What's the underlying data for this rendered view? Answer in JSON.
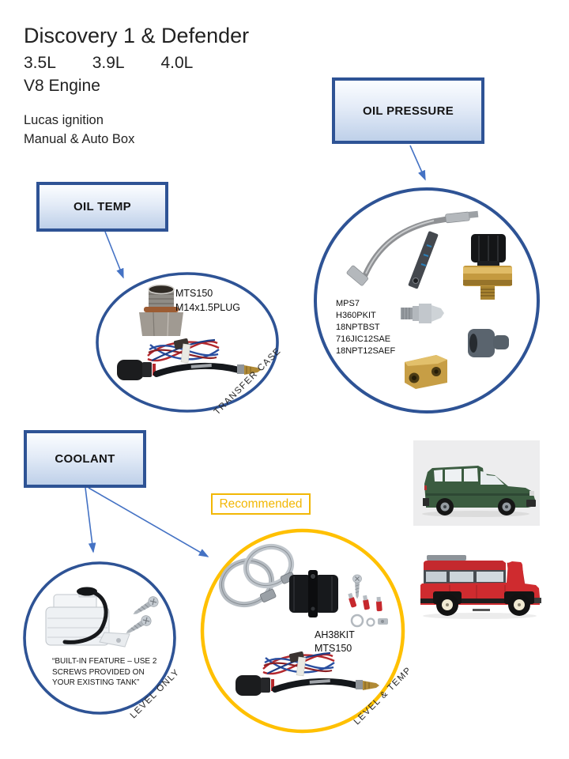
{
  "header": {
    "title": "Discovery 1 & Defender",
    "engine_sizes": [
      "3.5L",
      "3.9L",
      "4.0L"
    ],
    "engine": "V8 Engine",
    "ignition_line": "Lucas ignition",
    "gearbox_line": "Manual & Auto Box"
  },
  "sections": {
    "oil_pressure": {
      "label": "OIL PRESSURE",
      "parts": [
        "MPS7",
        "H360PKIT",
        "18NPTBST",
        "716JIC12SAE",
        "18NPT12SAEF"
      ]
    },
    "oil_temp": {
      "label": "OIL TEMP",
      "parts": [
        "MTS150",
        "M14x1.5PLUG"
      ],
      "location_label": "TRANSFER  CASE"
    },
    "coolant": {
      "label": "COOLANT",
      "level_only": {
        "note": "“BUILT-IN FEATURE – USE 2 SCREWS PROVIDED ON YOUR EXISTING TANK”",
        "tag": "LEVEL  ONLY"
      },
      "recommended": {
        "badge": "Recommended",
        "parts": [
          "AH38KIT",
          "MTS150"
        ],
        "tag": "LEVEL  &  TEMP"
      }
    }
  },
  "images": {
    "oil_pressure_kit": [
      "braided-hose-image",
      "mounting-bracket-image",
      "pressure-sensor-image",
      "adapter-fitting-image",
      "brass-tee-block-image",
      "rubber-socket-image"
    ],
    "oil_temp_kit": [
      "sump-plug-image",
      "wire-loom-image",
      "temp-sensor-cable-image"
    ],
    "coolant_level_kit": [
      "expansion-tank-image",
      "screws-image"
    ],
    "coolant_recommended_kit": [
      "hose-clamps-image",
      "hose-adapter-image",
      "fixings-image",
      "wire-loom-image",
      "temp-sensor-cable-image"
    ],
    "vehicles": [
      "discovery-green-image",
      "defender-red-image"
    ]
  },
  "colors": {
    "accent_blue": "#2E5395",
    "arrow_blue": "#4472C4",
    "gold": "#F2B705",
    "discovery_green": "#3B5C40",
    "defender_red": "#CF2B2F"
  }
}
